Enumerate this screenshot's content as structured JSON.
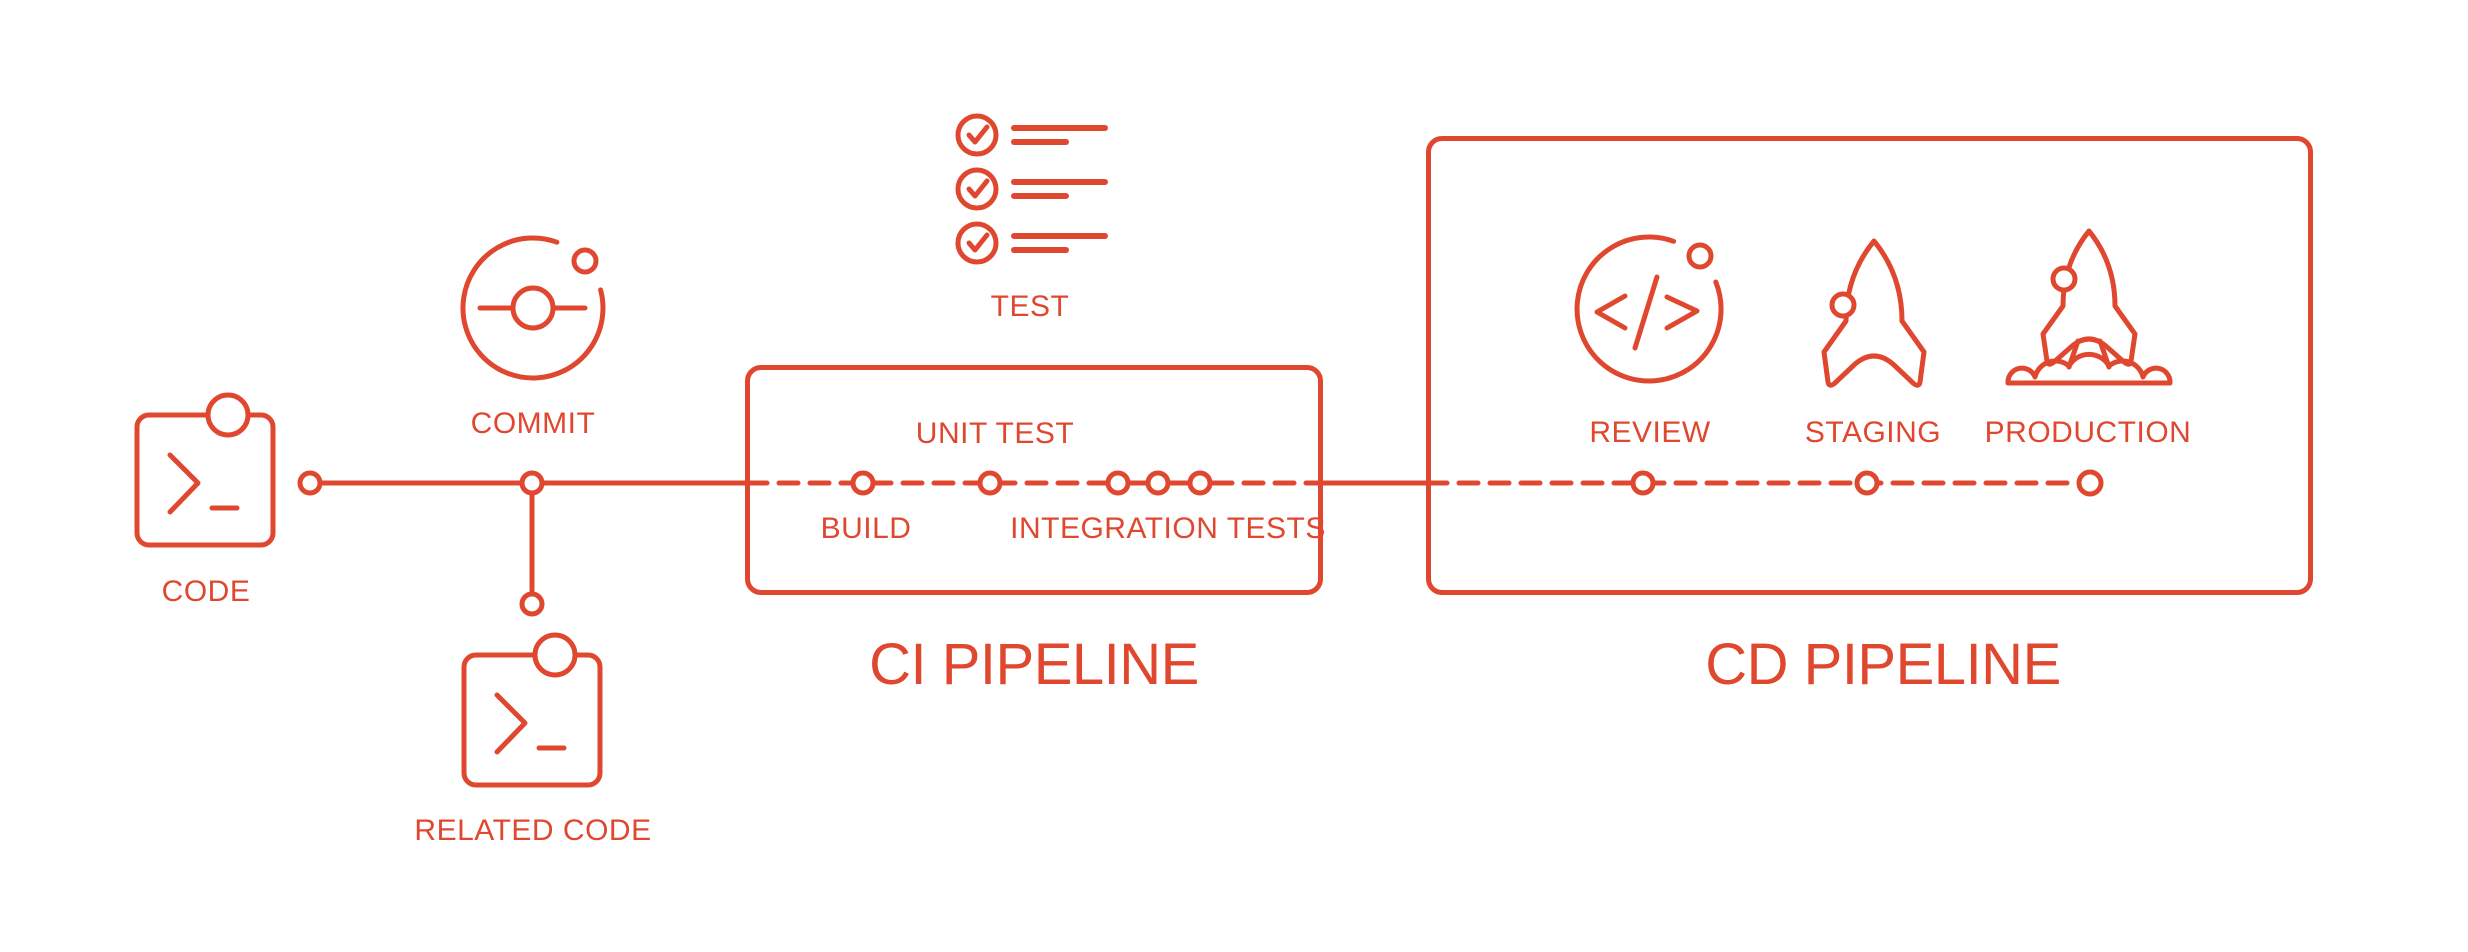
{
  "accent_color": "#E0472F",
  "background_color": "#FFFFFF",
  "diagram": {
    "type": "ci-cd-pipeline-flow",
    "titles": {
      "ci": "CI PIPELINE",
      "cd": "CD PIPELINE"
    },
    "labels": {
      "code": "CODE",
      "commit": "COMMIT",
      "related_code": "RELATED CODE",
      "test": "TEST",
      "build": "BUILD",
      "unit_test": "UNIT TEST",
      "integration_tests": "INTEGRATION TESTS",
      "review": "REVIEW",
      "staging": "STAGING",
      "production": "PRODUCTION"
    },
    "icons": [
      "terminal-code-icon",
      "git-commit-icon",
      "terminal-related-code-icon",
      "checklist-test-icon",
      "code-review-icon",
      "rocket-staging-icon",
      "rocket-launch-production-icon"
    ],
    "flow": {
      "ci_stages": [
        "BUILD",
        "UNIT TEST",
        "INTEGRATION TESTS"
      ],
      "cd_stages": [
        "REVIEW",
        "STAGING",
        "PRODUCTION"
      ],
      "line_style_inside_boxes": "dashed",
      "line_style_outside_boxes": "solid"
    }
  }
}
